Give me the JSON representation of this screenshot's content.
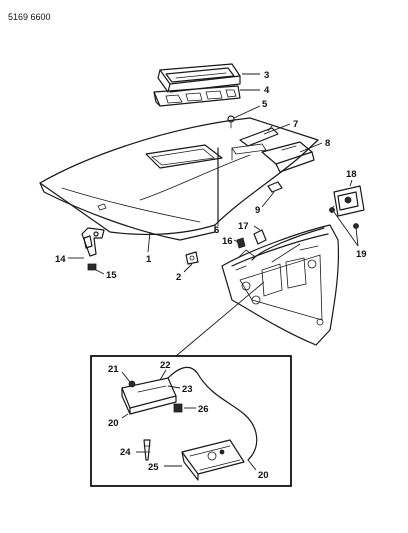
{
  "diagram_code": "5169 6600",
  "callouts": {
    "c1": "1",
    "c2": "2",
    "c3": "3",
    "c4": "4",
    "c5": "5",
    "c6": "6",
    "c7": "7",
    "c8": "8",
    "c9": "9",
    "c14": "14",
    "c15": "15",
    "c16": "16",
    "c17": "17",
    "c18": "18",
    "c19": "19",
    "c20a": "20",
    "c20b": "20",
    "c21": "21",
    "c22": "22",
    "c23": "23",
    "c24": "24",
    "c25": "25",
    "c26": "26"
  }
}
